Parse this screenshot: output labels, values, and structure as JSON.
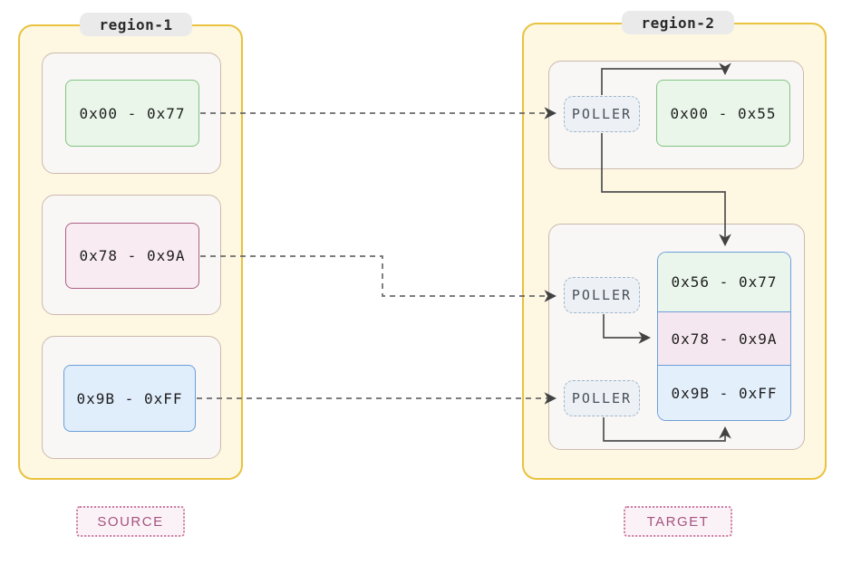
{
  "source": {
    "region_label": "region-1",
    "badge": "SOURCE",
    "blocks": [
      {
        "label": "0x00 - 0x77",
        "color": "green"
      },
      {
        "label": "0x78 - 0x9A",
        "color": "pink"
      },
      {
        "label": "0x9B - 0xFF",
        "color": "blue"
      }
    ]
  },
  "target": {
    "region_label": "region-2",
    "badge": "TARGET",
    "poller_label": "POLLER",
    "top_block": {
      "label": "0x00 - 0x55",
      "color": "green"
    },
    "stack_blocks": [
      {
        "label": "0x56 - 0x77",
        "color": "green"
      },
      {
        "label": "0x78 - 0x9A",
        "color": "pink"
      },
      {
        "label": "0x9B - 0xFF",
        "color": "blue"
      }
    ]
  },
  "connections": [
    {
      "from": "source 0x00 - 0x77",
      "to": "poller-1",
      "style": "dashed"
    },
    {
      "from": "source 0x78 - 0x9A",
      "to": "poller-2",
      "style": "dashed"
    },
    {
      "from": "source 0x9B - 0xFF",
      "to": "poller-3",
      "style": "dashed"
    },
    {
      "from": "poller-1",
      "to": "target 0x00 - 0x55",
      "style": "solid"
    },
    {
      "from": "poller-1",
      "to": "target 0x56 - 0x77",
      "style": "solid"
    },
    {
      "from": "poller-2",
      "to": "target 0x78 - 0x9A",
      "style": "solid"
    },
    {
      "from": "poller-3",
      "to": "target 0x9B - 0xFF",
      "style": "solid"
    }
  ],
  "colors": {
    "region_fill": "#FEF8E3",
    "region_border": "#E9C23F",
    "group_fill": "#F8F7F5",
    "group_border": "#CCB9AD",
    "green_fill": "#E9F6E9",
    "green_border": "#83C383",
    "pink_fill": "#F8ECF2",
    "pink_border": "#AF5F85",
    "blue_fill": "#E0EDFB",
    "blue_border": "#6D9FD8",
    "poller_fill": "#EDF1F5",
    "poller_border": "#9FB6CB",
    "badge_fill": "#FBF2F7",
    "badge_border": "#CB7AA1",
    "badge_text": "#A55380",
    "label_pill_fill": "#EAEAEA",
    "dashed_edge": "#6A6A6A",
    "solid_edge": "#4F4F4F"
  }
}
